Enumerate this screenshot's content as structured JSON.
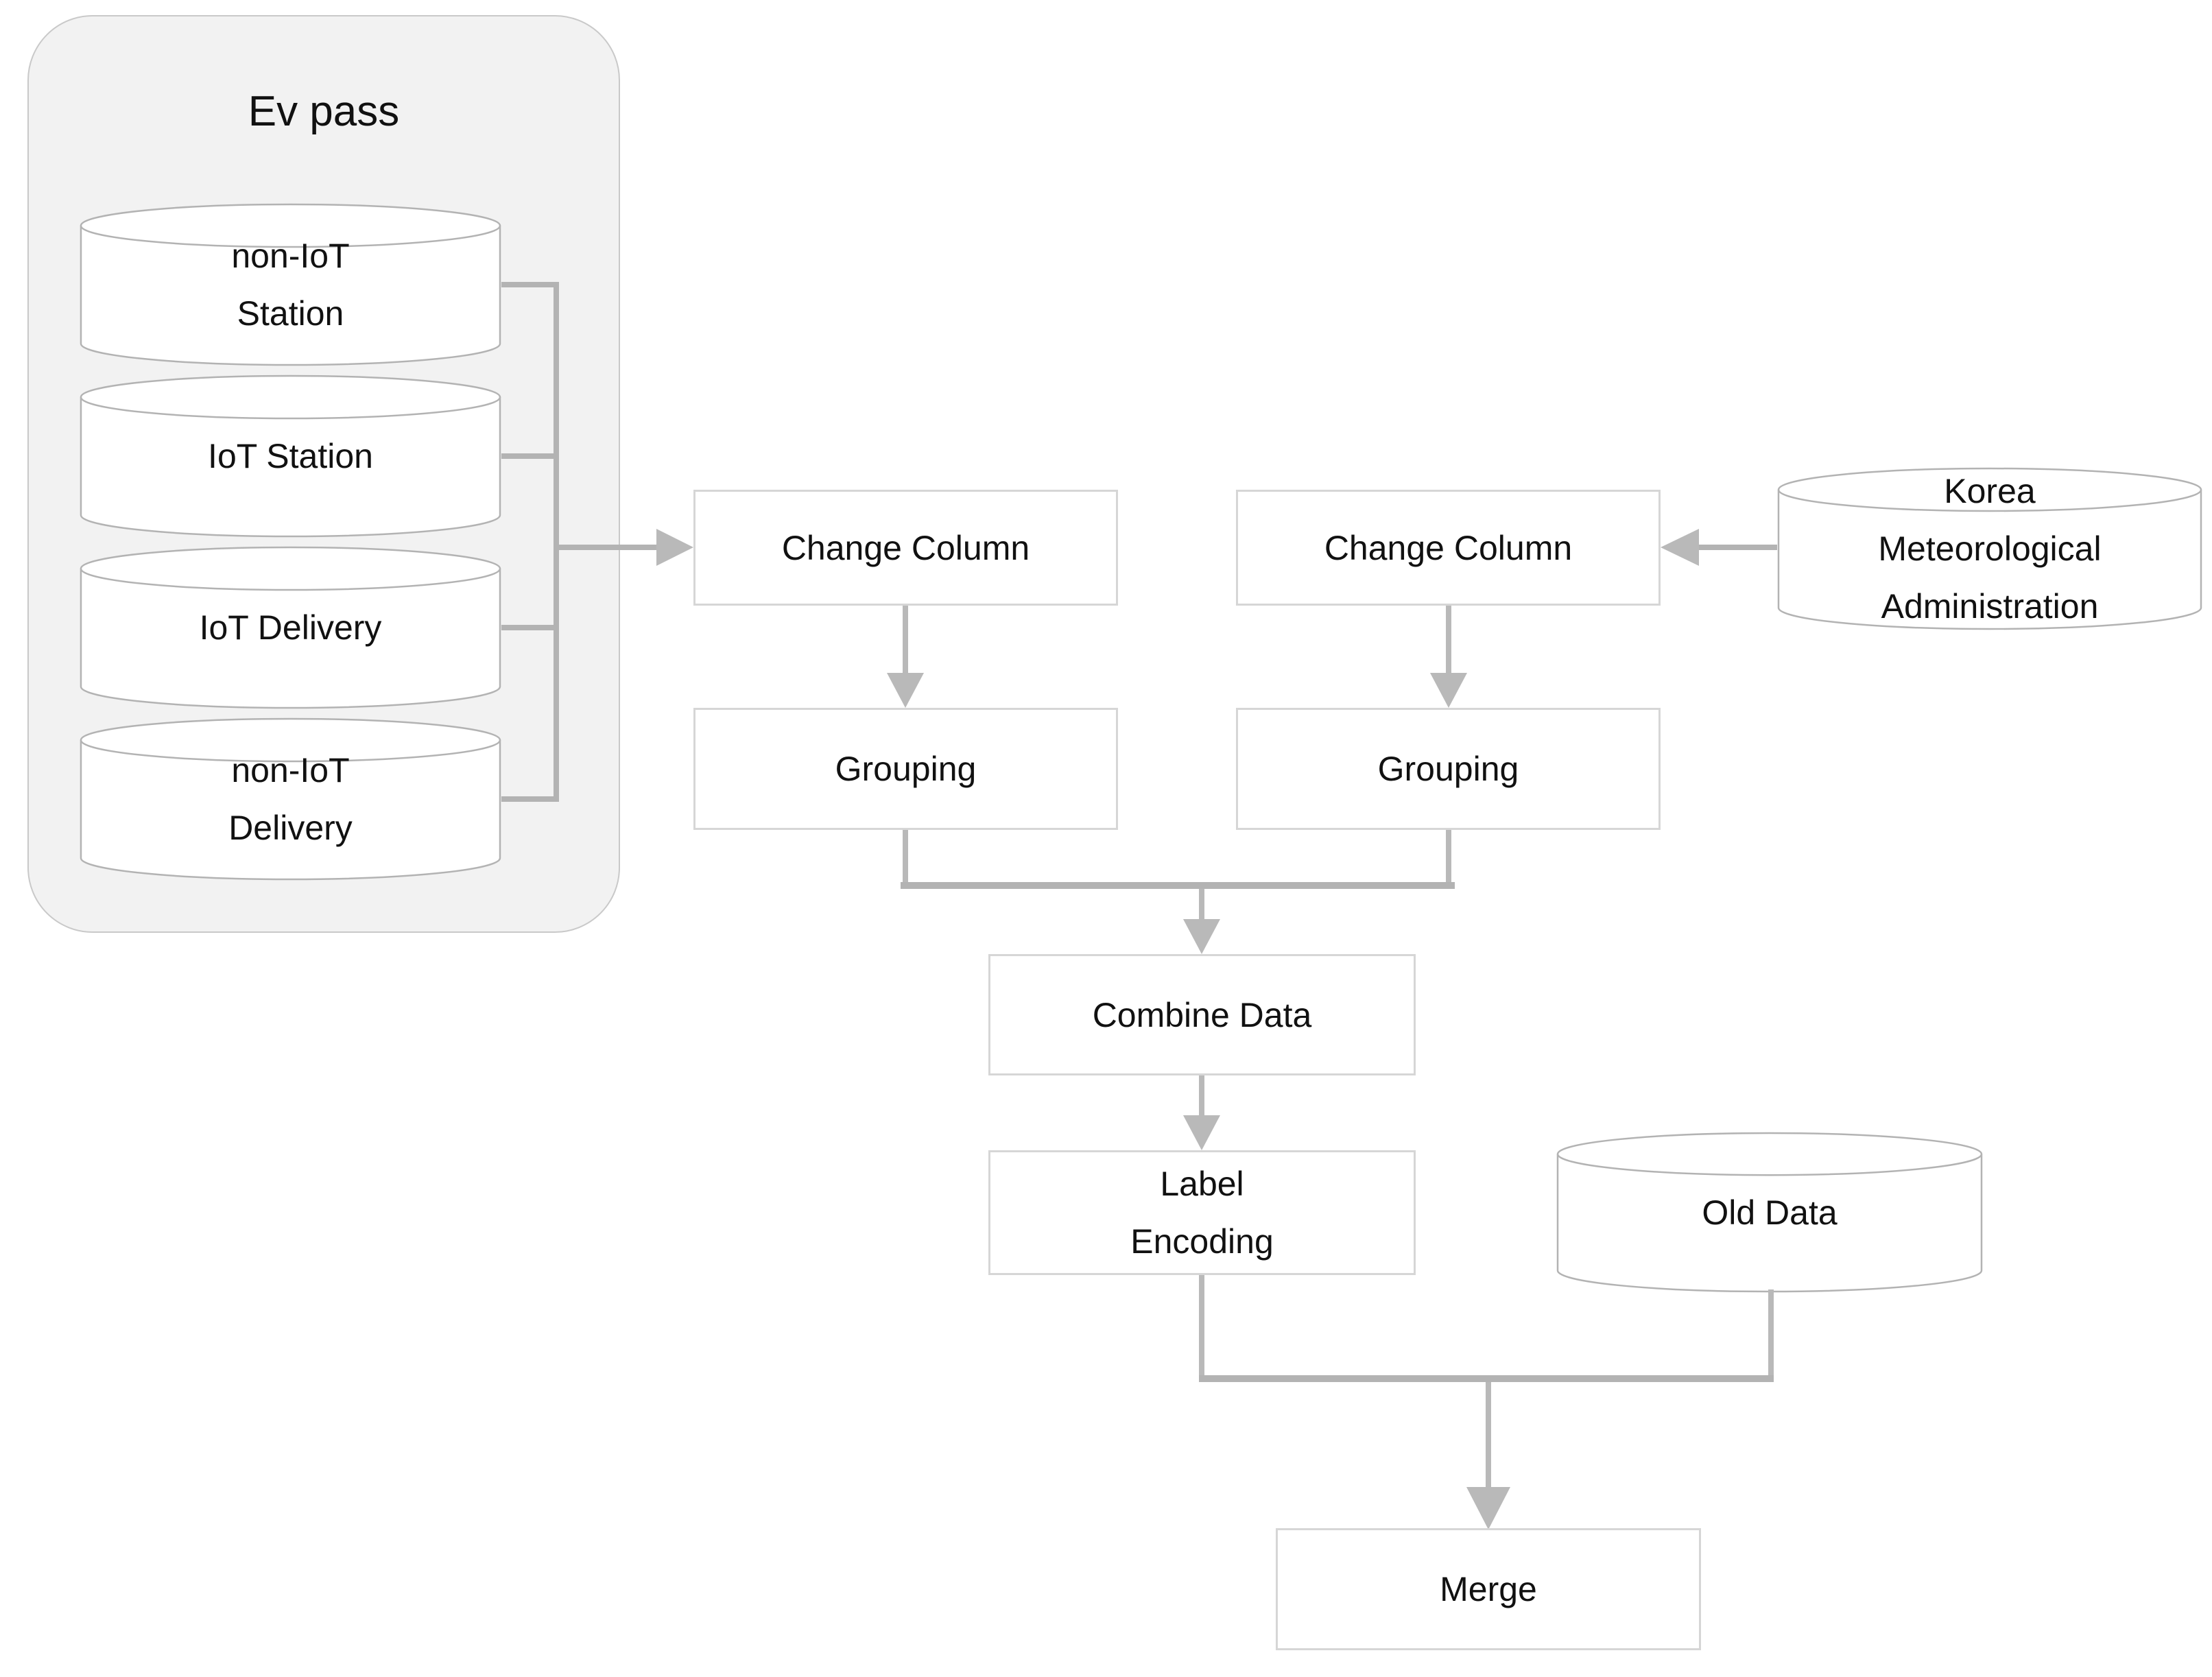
{
  "diagram": {
    "ev_pass_group": {
      "label": "Ev pass",
      "datastores": [
        {
          "label": "non-IoT\nStation"
        },
        {
          "label": "IoT Station"
        },
        {
          "label": "IoT Delivery"
        },
        {
          "label": "non-IoT\nDelivery"
        }
      ]
    },
    "external_datastores": {
      "kma": {
        "label": "Korea\nMeteorological\nAdministration"
      },
      "old_data": {
        "label": "Old Data"
      }
    },
    "processes": {
      "change_column_left": {
        "label": "Change Column"
      },
      "change_column_right": {
        "label": "Change Column"
      },
      "grouping_left": {
        "label": "Grouping"
      },
      "grouping_right": {
        "label": "Grouping"
      },
      "combine_data": {
        "label": "Combine Data"
      },
      "label_encoding": {
        "label": "Label\nEncoding"
      },
      "merge": {
        "label": "Merge"
      }
    },
    "colors": {
      "group_fill": "#f2f2f2",
      "group_border": "#c9c9c9",
      "box_border": "#d6d6d6",
      "cylinder_stroke": "#b3b3b3",
      "connector": "#b9b9b9",
      "connector_dark": "#b3b3b3",
      "text": "#111111",
      "background": "#ffffff"
    }
  }
}
